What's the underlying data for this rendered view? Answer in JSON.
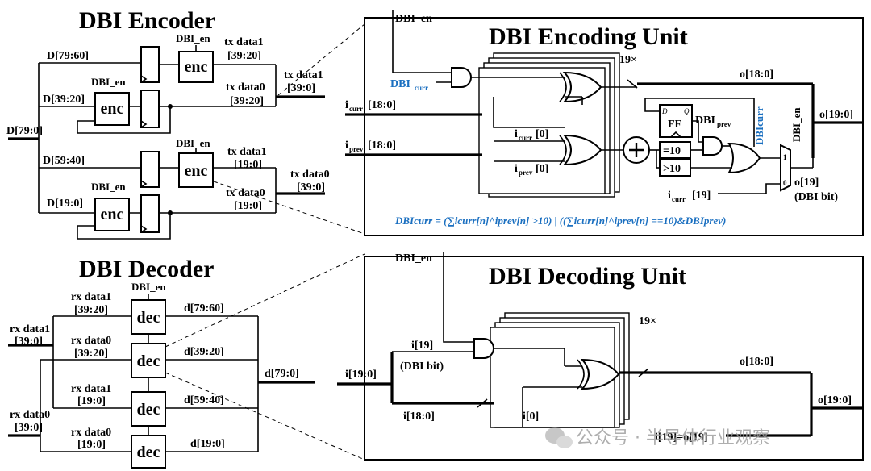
{
  "encoder": {
    "title": "DBI Encoder",
    "dbi_en": "DBI_en",
    "enc": "enc",
    "d_79_60": "D[79:60]",
    "d_39_20": "D[39:20]",
    "d_79_0": "D[79:0]",
    "d_59_40": "D[59:40]",
    "d_19_0": "D[19:0]",
    "tx_data1": "tx data1",
    "tx_data0": "tx data0",
    "r39_20": "[39:20]",
    "r39_0": "[39:0]",
    "r19_0": "[19:0]"
  },
  "encoding_unit": {
    "title": "DBI Encoding Unit",
    "dbi_en": "DBI_en",
    "dbi_curr_base": "DBI",
    "dbi_curr_sub": "curr",
    "icurr_18_0_base": "i",
    "icurr_18_0_sub": "curr",
    "icurr_18_0_rest": "[18:0]",
    "iprev_18_0_base": "i",
    "iprev_18_0_sub": "prev",
    "iprev_18_0_rest": "[18:0]",
    "icurr0_sub": "curr",
    "icurr0_rest": "[0]",
    "iprev0_sub": "prev",
    "iprev0_rest": "[0]",
    "stack_count": "19×",
    "o18": "o[18:0]",
    "o19_0": "o[19:0]",
    "ff": "FF",
    "ff_d": "D",
    "ff_q": "Q",
    "dbi_prev_sub": "prev",
    "eq10": "=10",
    "gt10": ">10",
    "mux1": "1",
    "mux0": "0",
    "icurr19_rest": "[19]",
    "o19": "o[19]",
    "dbi_bit": "(DBI bit)",
    "equation": "DBIcurr = (∑icurr[n]^iprev[n] >10) | ((∑icurr[n]^iprev[n] ==10)&DBIprev)"
  },
  "decoder": {
    "title": "DBI Decoder",
    "dbi_en": "DBI_en",
    "dec": "dec",
    "rx_data1": "rx data1",
    "rx_data0": "rx data0",
    "r39_20": "[39:20]",
    "r39_0": "[39:0]",
    "r19_0": "[19:0]",
    "d_79_60": "d[79:60]",
    "d_39_20": "d[39:20]",
    "d_59_40": "d[59:40]",
    "d_19_0": "d[19:0]",
    "d_79_0": "d[79:0]"
  },
  "decoding_unit": {
    "title": "DBI Decoding Unit",
    "dbi_en": "DBI_en",
    "stack_count": "19×",
    "i19": "i[19]",
    "dbi_bit": "(DBI bit)",
    "i19_0": "i[19:0]",
    "i18_0": "i[18:0]",
    "i0": "i[0]",
    "o18": "o[18:0]",
    "o19_0": "o[19:0]",
    "i19_eq": "i[19]=o[19]"
  },
  "watermark": {
    "text": "公众号 · 半导体行业观察",
    "icon": "wechat-icon"
  },
  "colors": {
    "accent_blue": "#1a6fc0",
    "watermark_gray": "#9a9a9a"
  }
}
